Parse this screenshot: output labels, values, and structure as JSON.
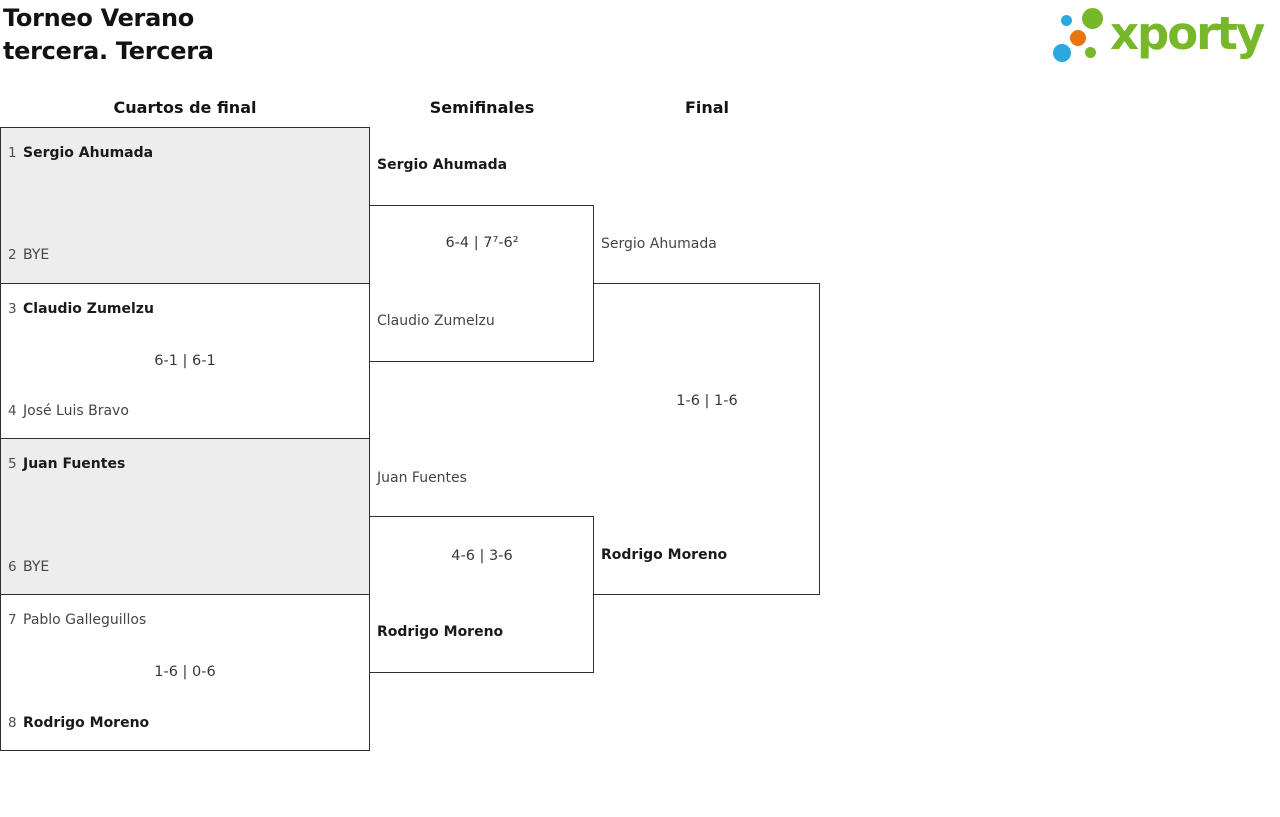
{
  "header": {
    "title_line1": "Torneo Verano",
    "title_line2": "tercera. Tercera"
  },
  "logo": {
    "text": "xporty"
  },
  "round_headers": {
    "quarterfinals": "Cuartos de final",
    "semifinals": "Semifinales",
    "final": "Final"
  },
  "quarterfinals": [
    {
      "top_seed": "1",
      "top_name": "Sergio Ahumada",
      "bottom_seed": "2",
      "bottom_name": "BYE",
      "score": ""
    },
    {
      "top_seed": "3",
      "top_name": "Claudio Zumelzu",
      "bottom_seed": "4",
      "bottom_name": "José Luis Bravo",
      "score": "6-1 | 6-1"
    },
    {
      "top_seed": "5",
      "top_name": "Juan Fuentes",
      "bottom_seed": "6",
      "bottom_name": "BYE",
      "score": ""
    },
    {
      "top_seed": "7",
      "top_name": "Pablo Galleguillos",
      "bottom_seed": "8",
      "bottom_name": "Rodrigo Moreno",
      "score": "1-6 | 0-6"
    }
  ],
  "semifinals": [
    {
      "top_name": "Sergio Ahumada",
      "bottom_name": "Claudio Zumelzu",
      "score": "6-4 | 7⁷-6²"
    },
    {
      "top_name": "Juan Fuentes",
      "bottom_name": "Rodrigo Moreno",
      "score": "4-6 | 3-6"
    }
  ],
  "final": {
    "top_name": "Sergio Ahumada",
    "bottom_name": "Rodrigo Moreno",
    "score": "1-6 | 1-6"
  },
  "colors": {
    "brand-green": "#76b82a",
    "brand-blue": "#29a9e0",
    "brand-orange": "#e8740c",
    "box-shaded": "#ededed",
    "line": "#2f2f2f"
  }
}
